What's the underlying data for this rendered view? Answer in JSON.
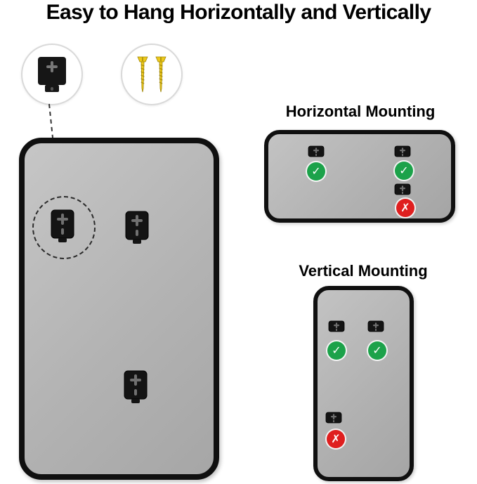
{
  "title": "Easy to Hang Horizontally and Vertically",
  "sections": {
    "horizontal": {
      "label": "Horizontal Mounting"
    },
    "vertical": {
      "label": "Vertical Mounting"
    }
  },
  "indicators": {
    "check": "✓",
    "cross": "✗"
  },
  "icons": {
    "bracket": "keyhole-mounting-bracket",
    "screws": "mounting-screws",
    "check": "green-check-circle",
    "cross": "red-cross-circle"
  },
  "colors": {
    "check_green": "#1ca24a",
    "cross_red": "#df1f1f",
    "mirror_gray": "#b3b3b3",
    "frame_black": "#101010",
    "screw_yellow": "#edc91c"
  }
}
